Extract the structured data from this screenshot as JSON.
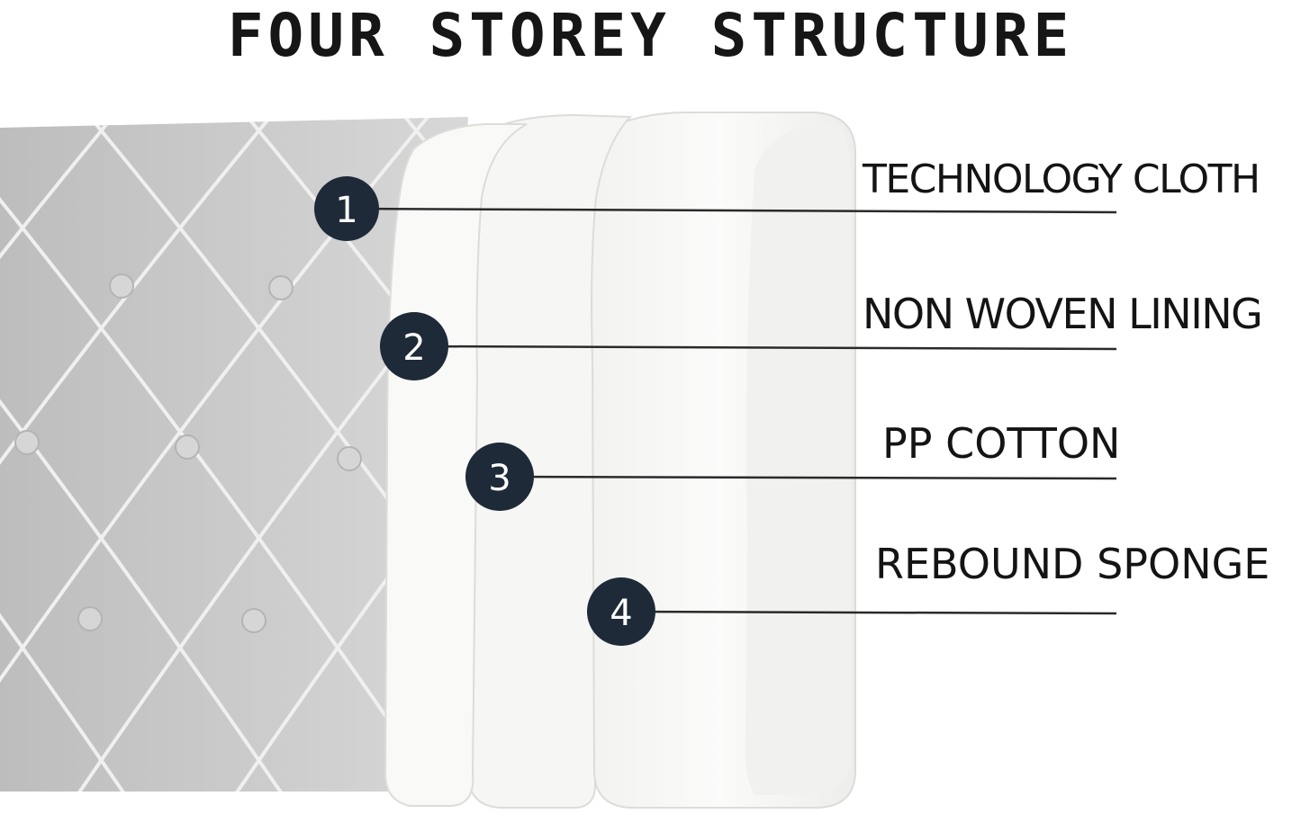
{
  "title": "FOUR STOREY STRUCTURE",
  "layers": [
    {
      "number": "1",
      "label": "TECHNOLOGY CLOTH"
    },
    {
      "number": "2",
      "label": "NON WOVEN LINING"
    },
    {
      "number": "3",
      "label": "PP COTTON"
    },
    {
      "number": "4",
      "label": "REBOUND SPONGE"
    }
  ],
  "colors": {
    "badge": "#1e2a38",
    "upholstery": "#c9c9c9",
    "stitch": "#eeeeee",
    "layer_fill": "#f8f8f6",
    "text": "#141414"
  }
}
